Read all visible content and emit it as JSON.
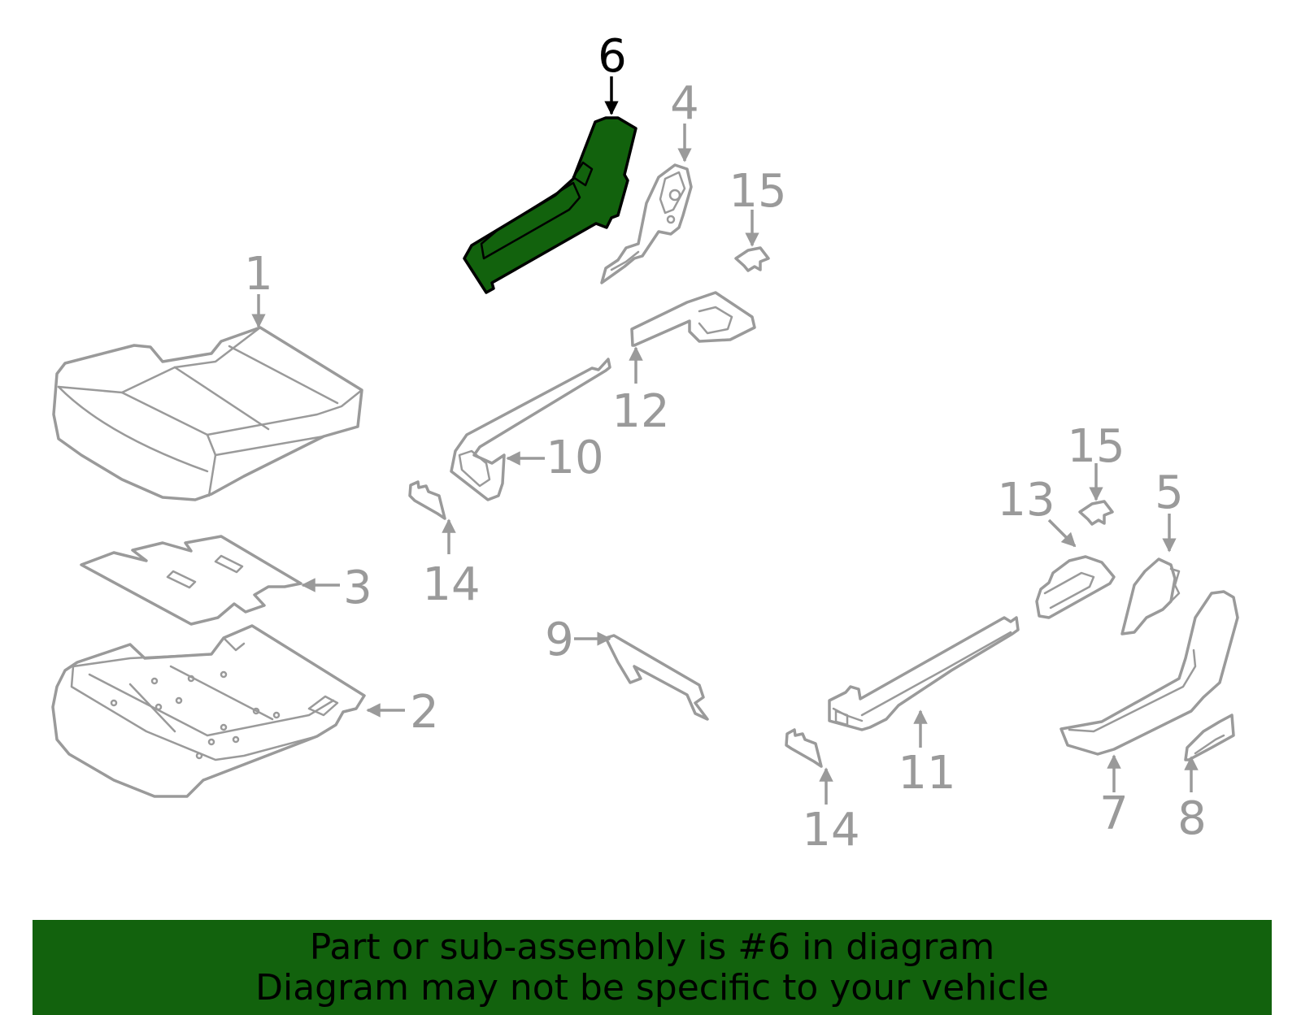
{
  "callouts": [
    {
      "id": "1",
      "label": "1"
    },
    {
      "id": "2",
      "label": "2"
    },
    {
      "id": "3",
      "label": "3"
    },
    {
      "id": "4",
      "label": "4"
    },
    {
      "id": "5",
      "label": "5"
    },
    {
      "id": "6",
      "label": "6",
      "highlighted": true
    },
    {
      "id": "7",
      "label": "7"
    },
    {
      "id": "8",
      "label": "8"
    },
    {
      "id": "9",
      "label": "9"
    },
    {
      "id": "10",
      "label": "10"
    },
    {
      "id": "11",
      "label": "11"
    },
    {
      "id": "12",
      "label": "12"
    },
    {
      "id": "13",
      "label": "13"
    },
    {
      "id": "14a",
      "label": "14"
    },
    {
      "id": "14b",
      "label": "14"
    },
    {
      "id": "15a",
      "label": "15"
    },
    {
      "id": "15b",
      "label": "15"
    }
  ],
  "banner": {
    "line1": "Part or sub-assembly is #6 in diagram",
    "line2": "Diagram may not be specific to your vehicle",
    "background": "#12620d"
  },
  "colors": {
    "highlight": "#12620d",
    "line_art": "#9a9a9a",
    "highlight_label": "#000000"
  }
}
